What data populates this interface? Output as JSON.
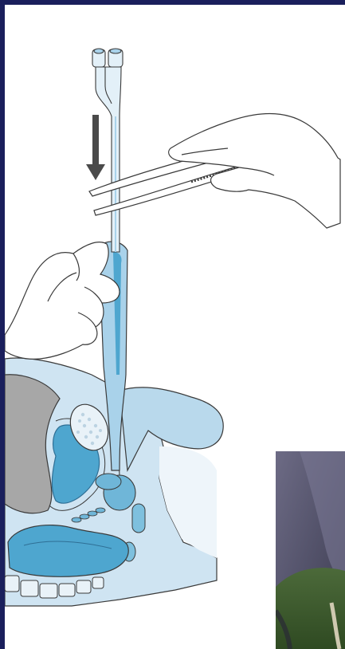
{
  "figure": {
    "frame_color": "#1a1f5c",
    "panel_color": "#ffffff",
    "line_color": "#3a3a3a",
    "anatomy_light": "#cfe4f2",
    "anatomy_mid": "#a9d2ea",
    "organ_blue": "#4ea6cf",
    "organ_dark": "#2f8bbf",
    "bone_fill": "#e9f2f8",
    "gray_tissue": "#a7a7a7",
    "arrow_color": "#4a4a4a",
    "icons": [
      "downward-arrow-icon",
      "catheter",
      "forceps",
      "gloved-hand",
      "pelvic-cross-section",
      "photo-inset"
    ]
  }
}
